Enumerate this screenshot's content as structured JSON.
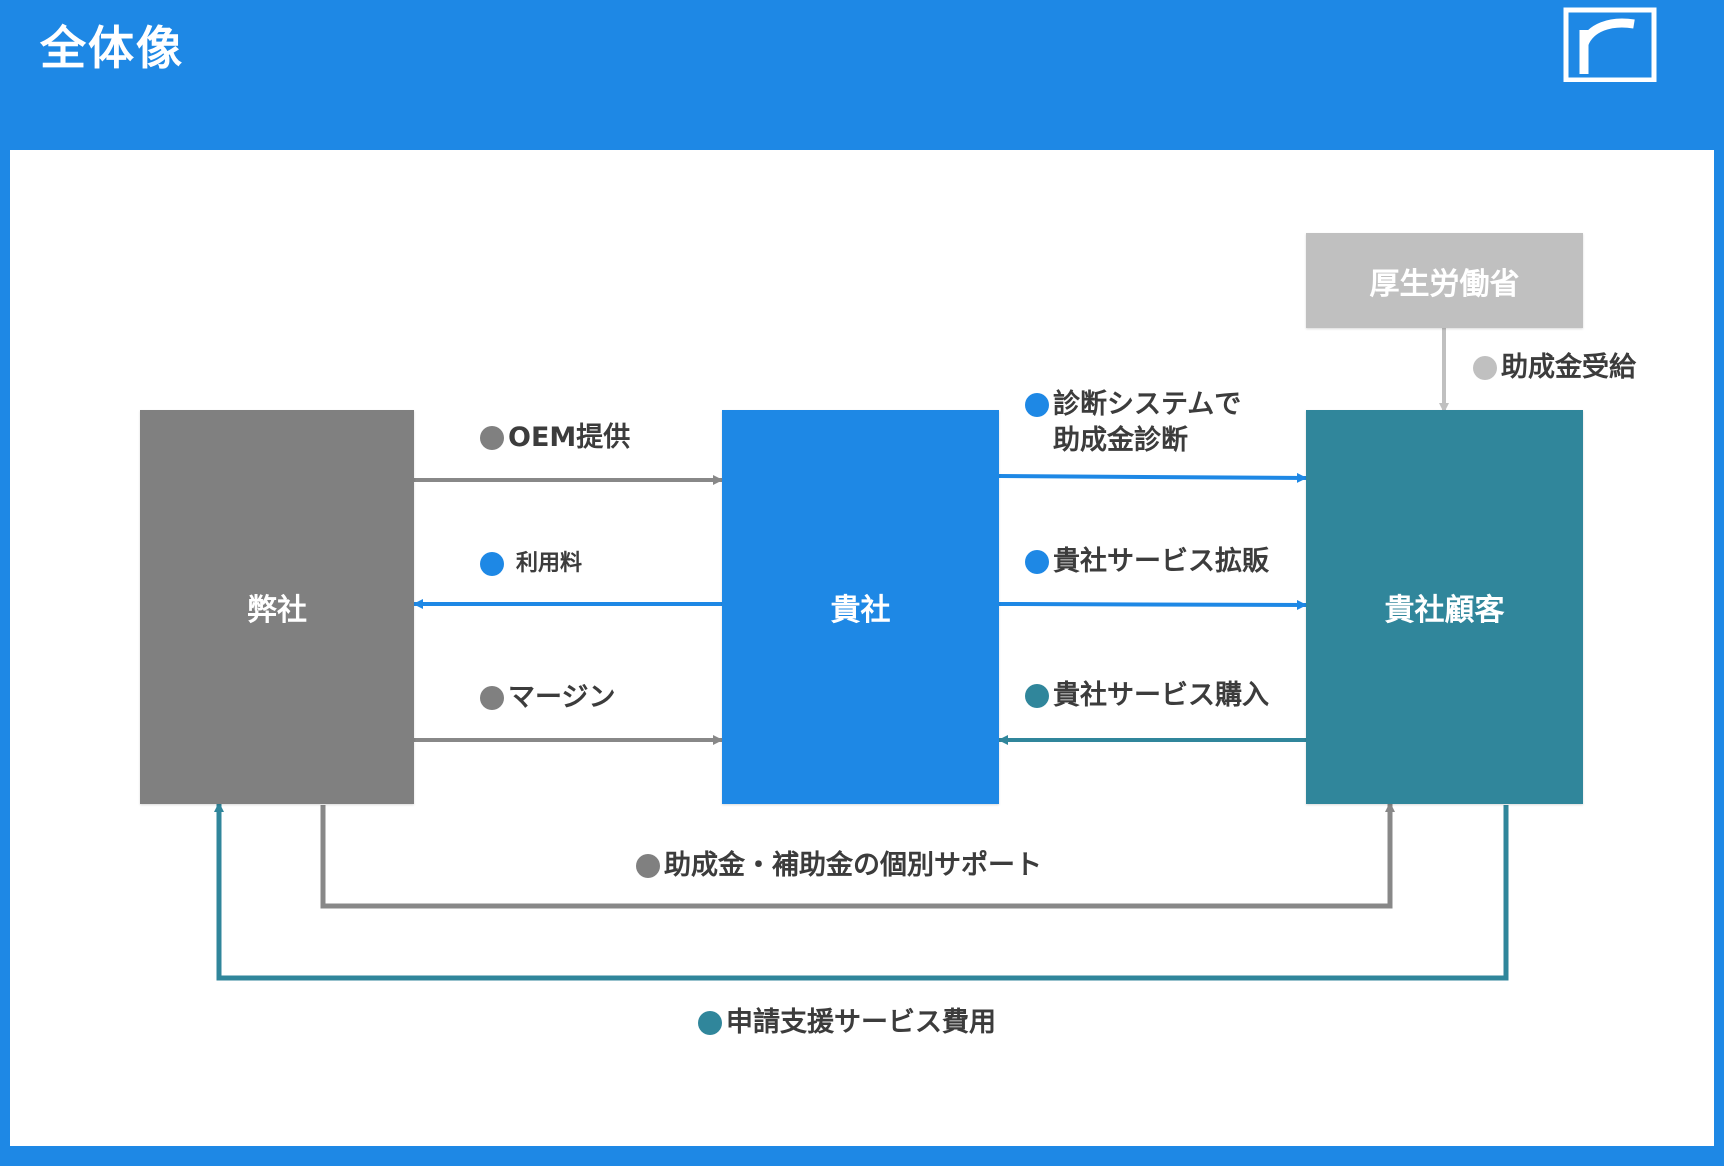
{
  "page": {
    "title": "全体像"
  },
  "colors": {
    "blue": "#1e88e5",
    "gray": "#808080",
    "teal": "#30869b",
    "light_gray": "#c0c0c0",
    "arrow_gray": "#888888"
  },
  "logo": {
    "icon": "r-logo-icon"
  },
  "nodes": {
    "heisha": "弊社",
    "kisha": "貴社",
    "kisha_customer": "貴社顧客",
    "mhlw": "厚生労働省"
  },
  "edges": {
    "oem": "OEM提供",
    "usage_fee": "利用料",
    "margin": "マージン",
    "diagnosis": "診断システムで\n助成金診断",
    "sales_expansion": "貴社サービス拡販",
    "purchase": "貴社サービス購入",
    "subsidy_receipt": "助成金受給",
    "individual_support": "助成金・補助金の個別サポート",
    "application_fee": "申請支援サービス費用"
  }
}
